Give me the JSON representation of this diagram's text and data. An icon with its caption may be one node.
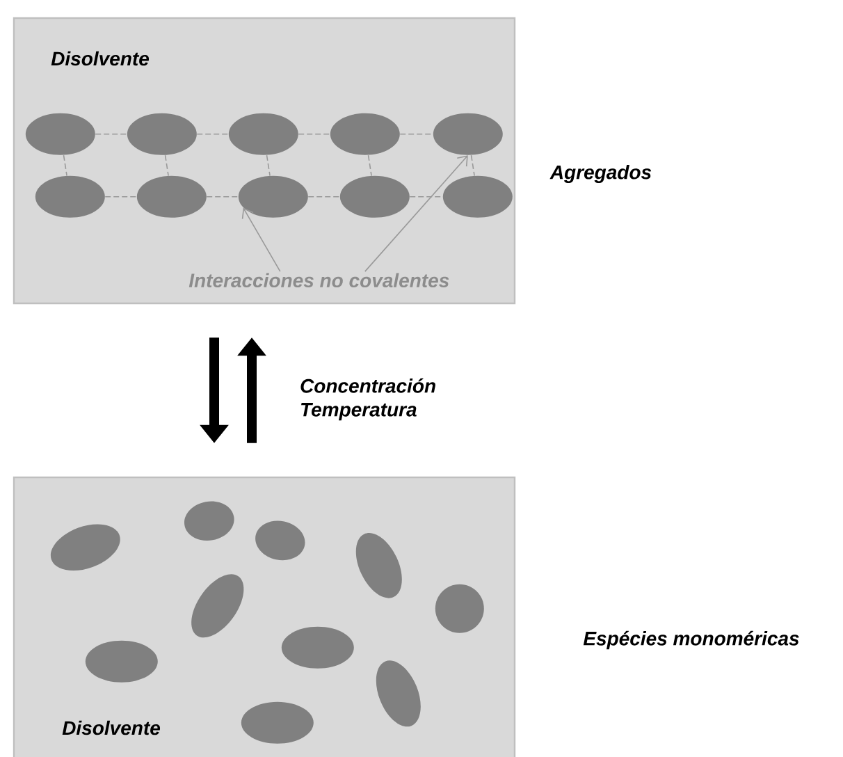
{
  "diagram": {
    "nodes": [
      {
        "text": [
          "Disolvente"
        ],
        "beside": [
          "Agregados"
        ]
      },
      {
        "text": [],
        "shape": "ellipse",
        "in": 0
      },
      {
        "text": [],
        "shape": "ellipse",
        "in": 0
      },
      {
        "text": [],
        "shape": "ellipse",
        "in": 0
      },
      {
        "text": [],
        "shape": "ellipse",
        "in": 0
      },
      {
        "text": [],
        "shape": "ellipse",
        "in": 0
      },
      {
        "text": [],
        "shape": "ellipse",
        "in": 0
      },
      {
        "text": [],
        "shape": "ellipse",
        "in": 0
      },
      {
        "text": [],
        "shape": "ellipse",
        "in": 0
      },
      {
        "text": [],
        "shape": "ellipse",
        "in": 0
      },
      {
        "text": [],
        "shape": "ellipse",
        "in": 0
      },
      {
        "text": [
          "Interacciones no covalentes"
        ],
        "in": 0
      },
      {
        "text": [
          "Disolvente"
        ],
        "beside": [
          "Espécies monoméricas"
        ]
      },
      {
        "text": [],
        "shape": "ellipse",
        "in": 12
      },
      {
        "text": [],
        "shape": "ellipse",
        "in": 12
      },
      {
        "text": [],
        "shape": "ellipse",
        "in": 12
      },
      {
        "text": [],
        "shape": "ellipse",
        "in": 12
      },
      {
        "text": [],
        "shape": "circle",
        "in": 12
      },
      {
        "text": [],
        "shape": "ellipse",
        "in": 12
      },
      {
        "text": [],
        "shape": "ellipse",
        "in": 12
      },
      {
        "text": [],
        "shape": "ellipse",
        "in": 12
      },
      {
        "text": [],
        "shape": "ellipse",
        "in": 12
      },
      {
        "text": [],
        "shape": "ellipse",
        "in": 12
      }
    ],
    "edges": [
      {
        "from": 1,
        "to": 2,
        "arrow": "none",
        "style": "dashed"
      },
      {
        "from": 2,
        "to": 3,
        "arrow": "none",
        "style": "dashed"
      },
      {
        "from": 3,
        "to": 4,
        "arrow": "none",
        "style": "dashed"
      },
      {
        "from": 4,
        "to": 5,
        "arrow": "none",
        "style": "dashed"
      },
      {
        "from": 6,
        "to": 7,
        "arrow": "none",
        "style": "dashed"
      },
      {
        "from": 7,
        "to": 8,
        "arrow": "none",
        "style": "dashed"
      },
      {
        "from": 8,
        "to": 9,
        "arrow": "none",
        "style": "dashed"
      },
      {
        "from": 9,
        "to": 10,
        "arrow": "none",
        "style": "dashed"
      },
      {
        "from": 1,
        "to": 6,
        "arrow": "none",
        "style": "dashed"
      },
      {
        "from": 2,
        "to": 7,
        "arrow": "none",
        "style": "dashed"
      },
      {
        "from": 3,
        "to": 8,
        "arrow": "none",
        "style": "dashed"
      },
      {
        "from": 4,
        "to": 9,
        "arrow": "none",
        "style": "dashed"
      },
      {
        "from": 5,
        "to": 10,
        "arrow": "none",
        "style": "dashed"
      },
      {
        "from": 11,
        "to": 8,
        "arrow": "to"
      },
      {
        "from": 11,
        "to": 5,
        "arrow": "to"
      },
      {
        "from": 0,
        "to": 12,
        "arrow": "to",
        "style": "thick",
        "color": "#000000"
      },
      {
        "from": 12,
        "to": 0,
        "arrow": "to",
        "style": "thick",
        "color": "#000000"
      }
    ],
    "labels": [
      "Concentración Temperatura"
    ]
  }
}
